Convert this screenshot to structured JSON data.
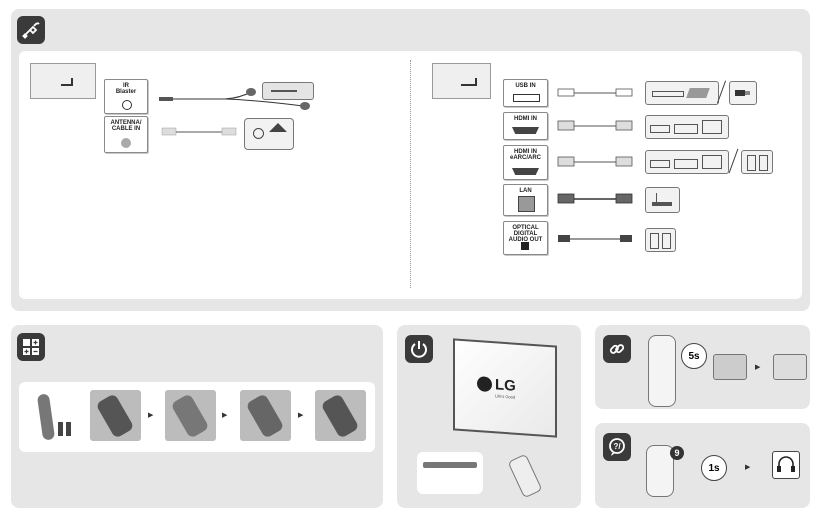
{
  "connections": {
    "icon": "cable-plug-icon",
    "left_ports": [
      {
        "label": "IR\nBlaster"
      },
      {
        "label": "ANTENNA/\nCABLE IN"
      }
    ],
    "right_ports": [
      {
        "label": "USB IN"
      },
      {
        "label": "HDMI IN"
      },
      {
        "label": "HDMI IN\neARC/ARC"
      },
      {
        "label": "LAN"
      },
      {
        "label": "OPTICAL DIGITAL\nAUDIO OUT"
      }
    ]
  },
  "battery": {
    "icon": "battery-plus-minus-icon"
  },
  "power": {
    "icon": "power-icon",
    "logo_text": "LG",
    "slogan": "Life's Good"
  },
  "pairing": {
    "icon": "link-icon",
    "seconds": "5s"
  },
  "help": {
    "icon": "question-bubble-icon",
    "button": "9",
    "seconds": "1s"
  },
  "colors": {
    "panel": "#e6e6e6",
    "icon_bg": "#3a3a3a",
    "accent_green": "#5cb85c",
    "accent_red": "#d9534f"
  }
}
